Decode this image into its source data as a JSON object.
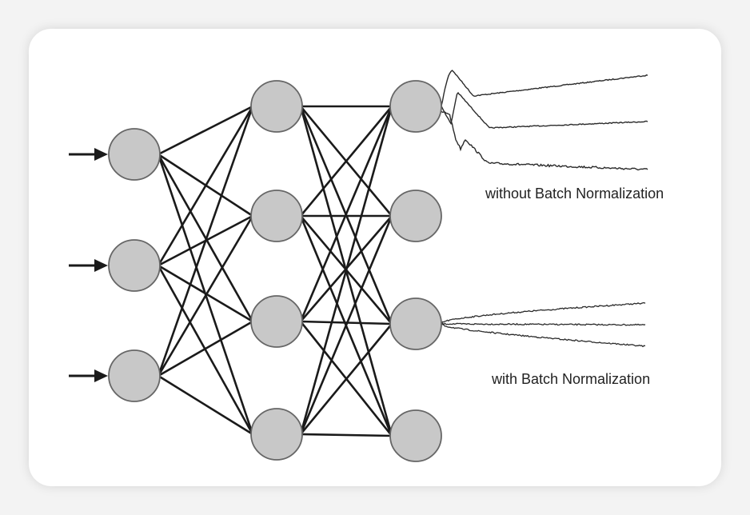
{
  "labels": {
    "without_bn": "without Batch Normalization",
    "with_bn": "with Batch Normalization"
  },
  "network": {
    "layer_sizes": [
      3,
      4,
      4
    ],
    "input_arrows": 3
  },
  "colors": {
    "node_fill": "#c8c8c8",
    "node_stroke": "#666666",
    "edge": "#1a1a1a",
    "curve": "#2a2a2a"
  }
}
